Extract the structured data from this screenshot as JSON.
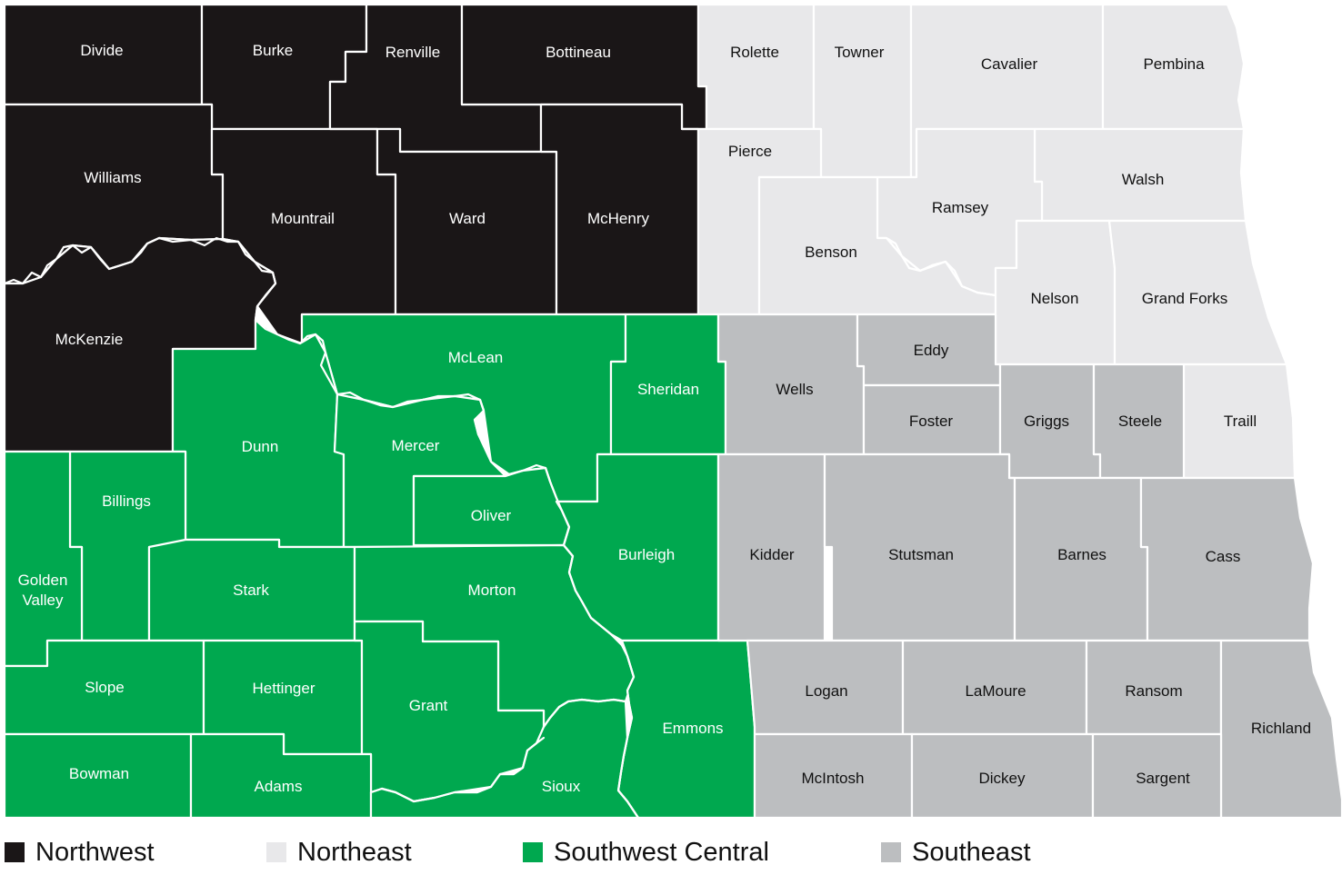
{
  "colors": {
    "northwest": "#1a1617",
    "northeast": "#e8e8ea",
    "southwest_central": "#00a84f",
    "southeast": "#bcbec0"
  },
  "legend": [
    {
      "key": "northwest",
      "label": "Northwest"
    },
    {
      "key": "northeast",
      "label": "Northeast"
    },
    {
      "key": "southwest_central",
      "label": "Southwest Central"
    },
    {
      "key": "southeast",
      "label": "Southeast"
    }
  ],
  "counties": [
    {
      "name": "Divide",
      "region": "northwest"
    },
    {
      "name": "Burke",
      "region": "northwest"
    },
    {
      "name": "Renville",
      "region": "northwest"
    },
    {
      "name": "Bottineau",
      "region": "northwest"
    },
    {
      "name": "Williams",
      "region": "northwest"
    },
    {
      "name": "Mountrail",
      "region": "northwest"
    },
    {
      "name": "Ward",
      "region": "northwest"
    },
    {
      "name": "McHenry",
      "region": "northwest"
    },
    {
      "name": "McKenzie",
      "region": "northwest"
    },
    {
      "name": "Rolette",
      "region": "northeast"
    },
    {
      "name": "Towner",
      "region": "northeast"
    },
    {
      "name": "Cavalier",
      "region": "northeast"
    },
    {
      "name": "Pembina",
      "region": "northeast"
    },
    {
      "name": "Pierce",
      "region": "northeast"
    },
    {
      "name": "Walsh",
      "region": "northeast"
    },
    {
      "name": "Ramsey",
      "region": "northeast"
    },
    {
      "name": "Benson",
      "region": "northeast"
    },
    {
      "name": "Nelson",
      "region": "northeast"
    },
    {
      "name": "Grand Forks",
      "region": "northeast"
    },
    {
      "name": "Traill",
      "region": "northeast"
    },
    {
      "name": "McLean",
      "region": "southwest_central"
    },
    {
      "name": "Sheridan",
      "region": "southwest_central"
    },
    {
      "name": "Dunn",
      "region": "southwest_central"
    },
    {
      "name": "Mercer",
      "region": "southwest_central"
    },
    {
      "name": "Billings",
      "region": "southwest_central"
    },
    {
      "name": "Oliver",
      "region": "southwest_central"
    },
    {
      "name": "Golden Valley",
      "region": "southwest_central"
    },
    {
      "name": "Stark",
      "region": "southwest_central"
    },
    {
      "name": "Morton",
      "region": "southwest_central"
    },
    {
      "name": "Burleigh",
      "region": "southwest_central"
    },
    {
      "name": "Slope",
      "region": "southwest_central"
    },
    {
      "name": "Hettinger",
      "region": "southwest_central"
    },
    {
      "name": "Grant",
      "region": "southwest_central"
    },
    {
      "name": "Emmons",
      "region": "southwest_central"
    },
    {
      "name": "Bowman",
      "region": "southwest_central"
    },
    {
      "name": "Adams",
      "region": "southwest_central"
    },
    {
      "name": "Sioux",
      "region": "southwest_central"
    },
    {
      "name": "Wells",
      "region": "southeast"
    },
    {
      "name": "Eddy",
      "region": "southeast"
    },
    {
      "name": "Foster",
      "region": "southeast"
    },
    {
      "name": "Griggs",
      "region": "southeast"
    },
    {
      "name": "Steele",
      "region": "southeast"
    },
    {
      "name": "Kidder",
      "region": "southeast"
    },
    {
      "name": "Stutsman",
      "region": "southeast"
    },
    {
      "name": "Barnes",
      "region": "southeast"
    },
    {
      "name": "Cass",
      "region": "southeast"
    },
    {
      "name": "Logan",
      "region": "southeast"
    },
    {
      "name": "LaMoure",
      "region": "southeast"
    },
    {
      "name": "Ransom",
      "region": "southeast"
    },
    {
      "name": "Richland",
      "region": "southeast"
    },
    {
      "name": "McIntosh",
      "region": "southeast"
    },
    {
      "name": "Dickey",
      "region": "southeast"
    },
    {
      "name": "Sargent",
      "region": "southeast"
    }
  ]
}
